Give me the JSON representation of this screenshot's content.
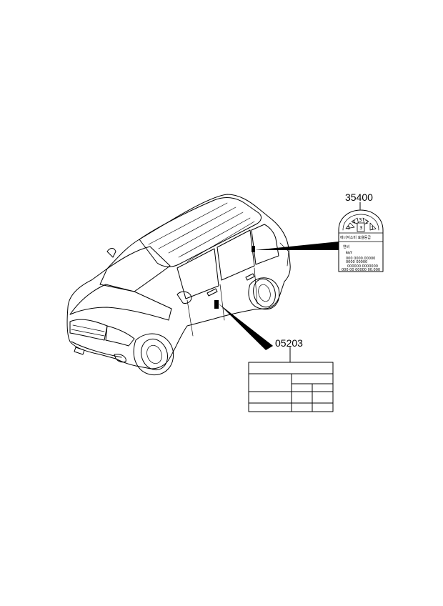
{
  "parts": [
    {
      "number": "35400"
    },
    {
      "number": "05203"
    }
  ],
  "efficiency_label": {
    "grade": "3",
    "dial_digits": [
      "5",
      "4",
      "3",
      "2",
      "1"
    ],
    "title": "에너지소비 효율등급",
    "row_label": "연비",
    "row_unit": "㎞/ℓ",
    "code_line_1": "000 0000.00000",
    "code_line_2": "0000 00000",
    "code_line_3": "000000.0000000",
    "code_line_4": "000 00 00000 00.000"
  }
}
